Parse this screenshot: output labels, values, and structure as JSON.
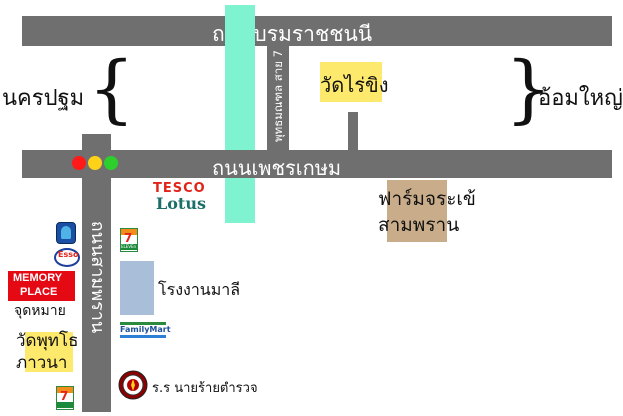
{
  "roads": {
    "top": "ถนนบรมราชชนนี",
    "middle": "ถนนเพชรเกษม",
    "vertical_small": "พุทธมณฑล สาย 7",
    "left_vertical": "ถนนสามพราน"
  },
  "places": {
    "nakhon_pathom": "นครปฐม",
    "om_yai": "อ้อมใหญ่",
    "wat_rai_khing": "วัดไร่ขิง",
    "crocodile_farm": "ฟาร์มจระเข้\nสามพราน",
    "factory": "โรงงานมาลี",
    "memory_place_line1": "MEMORY",
    "memory_place_line2": "PLACE",
    "meeting_point": "จุดหมาย",
    "wat_phuttha": "วัดพุทโธ\nภาวนา",
    "school": "ร.ร นายร้ายตำรวจ"
  },
  "logos": {
    "tesco_top": "TESCO",
    "tesco_bottom": "Lotus",
    "familymart": "FamilyMart",
    "esso": "Esso",
    "seven_eleven": "7",
    "seven_eleven_sub": "ELEVEn"
  },
  "colors": {
    "road": "#6f6f6f",
    "cyan_highlight": "#7ff2cf",
    "yellow_label": "#fde96c",
    "crocodile_box": "#c9ad8a",
    "factory_box": "#a9bfd9",
    "memory_red": "#e50914",
    "light_red": "#ff1a1a",
    "light_yellow": "#ffd21a",
    "light_green": "#2ccf2c"
  }
}
